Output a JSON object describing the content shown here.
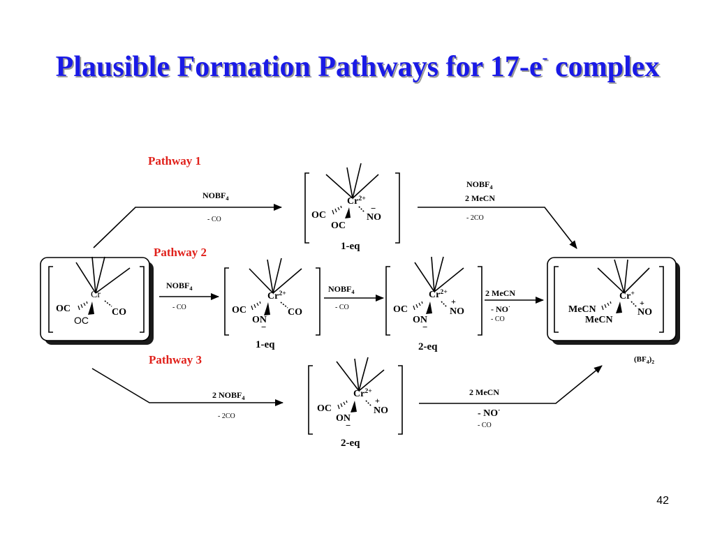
{
  "slide": {
    "title_main": "Plausible Formation Pathways for 17-e",
    "title_sup": "-",
    "title_end": " complex",
    "page_number": "42"
  },
  "pathways": {
    "p1": "Pathway 1",
    "p2": "Pathway 2",
    "p3": "Pathway 3"
  },
  "reagents": {
    "nobf": "NOBF",
    "sub4": "4",
    "two_nobf": "2 NOBF",
    "two_mecn": "2 MeCN",
    "minus_co": "-  CO",
    "minus_2co": "-  2CO",
    "minus_no": "- NO",
    "no_dot": "·",
    "bf4": "(BF",
    "bf4_close": ")",
    "bf4_sub2": "2"
  },
  "structures": {
    "cr": "Cr",
    "charge_2plus": "2+",
    "charge_plus": "+",
    "plus": "+",
    "minus": "−",
    "oc": "OC",
    "co": "CO",
    "no": "NO",
    "on": "ON",
    "mecn": "MeCN",
    "eq1": "1-eq",
    "eq2": "2-eq"
  }
}
